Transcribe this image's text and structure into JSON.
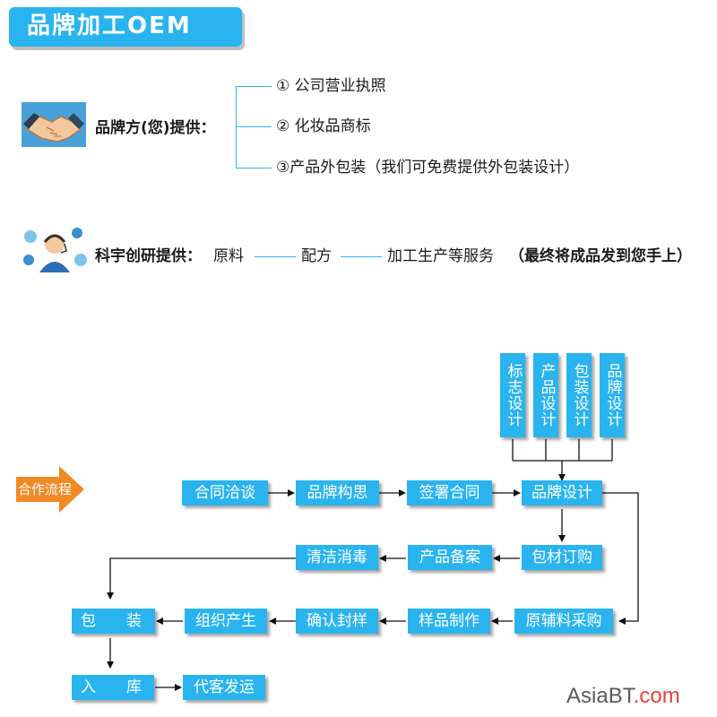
{
  "header": {
    "title": "品牌加工OEM"
  },
  "brand_section": {
    "label": "品牌方(您)提供：",
    "items": [
      "① 公司营业执照",
      "② 化妆品商标",
      "③产品外包装（我们可免费提供外包装设计）"
    ]
  },
  "research_section": {
    "label": "科宇创研提供：",
    "steps": [
      "原料",
      "配方",
      "加工生产等服务"
    ],
    "highlight": "（最终将成品发到您手上）"
  },
  "flow": {
    "tag": "合作流程",
    "design_items": [
      "标志设计",
      "产品设计",
      "包装设计",
      "品牌设计"
    ],
    "nodes": {
      "negotiation": "合同洽谈",
      "brand_concept": "品牌构思",
      "sign_contract": "签署合同",
      "brand_design": "品牌设计",
      "material_order": "包材订购",
      "product_filing": "产品备案",
      "cleaning": "清洁消毒",
      "raw_purchase": "原辅料采购",
      "sample_making": "样品制作",
      "confirm_seal": "确认封样",
      "organize_production": "组织产生",
      "packaging": "包　　装",
      "warehousing": "入　　库",
      "shipping": "代客发运"
    }
  },
  "watermark": {
    "brand": "AsiaBT",
    "suffix": ".com"
  },
  "colors": {
    "accent": "#2ab4ef",
    "arrow": "#f08a24",
    "watermark_red": "#e5423b"
  }
}
